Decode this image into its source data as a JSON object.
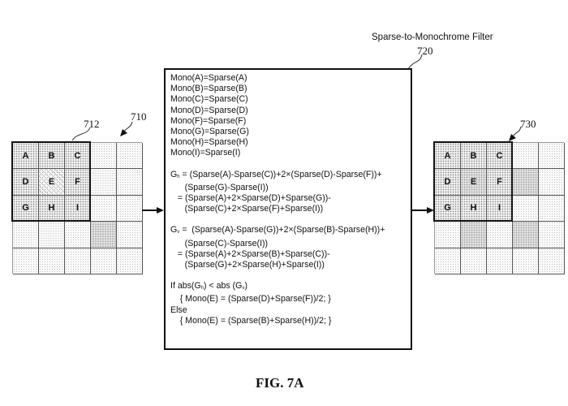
{
  "figure": {
    "caption": "FIG. 7A",
    "filter_title": "Sparse-to-Monochrome Filter",
    "ref_filter": "720",
    "ref_input_array": "710",
    "ref_window": "712",
    "ref_output_array": "730"
  },
  "input_grid": {
    "rows": [
      [
        {
          "label": "A",
          "texture": "dotted"
        },
        {
          "label": "B",
          "texture": "dotted"
        },
        {
          "label": "C",
          "texture": "dotted"
        },
        {
          "label": "",
          "texture": "dotted"
        },
        {
          "label": "",
          "texture": "dotted"
        }
      ],
      [
        {
          "label": "D",
          "texture": "dotted"
        },
        {
          "label": "E",
          "texture": "diagonal-hatch"
        },
        {
          "label": "F",
          "texture": "dotted"
        },
        {
          "label": "",
          "texture": "cross-hatch"
        },
        {
          "label": "",
          "texture": "dotted"
        }
      ],
      [
        {
          "label": "G",
          "texture": "dotted"
        },
        {
          "label": "H",
          "texture": "dotted"
        },
        {
          "label": "I",
          "texture": "dotted"
        },
        {
          "label": "",
          "texture": "dotted"
        },
        {
          "label": "",
          "texture": "dotted"
        }
      ],
      [
        {
          "label": "",
          "texture": "dotted"
        },
        {
          "label": "",
          "texture": "cross-hatch"
        },
        {
          "label": "",
          "texture": "dotted"
        },
        {
          "label": "",
          "texture": "dense-cross-hatch"
        },
        {
          "label": "",
          "texture": "dotted"
        }
      ],
      [
        {
          "label": "",
          "texture": "dotted"
        },
        {
          "label": "",
          "texture": "dotted"
        },
        {
          "label": "",
          "texture": "dotted"
        },
        {
          "label": "",
          "texture": "dotted"
        },
        {
          "label": "",
          "texture": "dotted"
        }
      ]
    ]
  },
  "output_grid": {
    "rows": [
      [
        {
          "label": "A",
          "texture": "dotted"
        },
        {
          "label": "B",
          "texture": "dotted"
        },
        {
          "label": "C",
          "texture": "dotted"
        },
        {
          "label": "",
          "texture": "dotted"
        },
        {
          "label": "",
          "texture": "dotted"
        }
      ],
      [
        {
          "label": "D",
          "texture": "dotted"
        },
        {
          "label": "E",
          "texture": "shaded"
        },
        {
          "label": "F",
          "texture": "dotted"
        },
        {
          "label": "",
          "texture": "shaded"
        },
        {
          "label": "",
          "texture": "dotted"
        }
      ],
      [
        {
          "label": "G",
          "texture": "dotted"
        },
        {
          "label": "H",
          "texture": "dotted"
        },
        {
          "label": "I",
          "texture": "dotted"
        },
        {
          "label": "",
          "texture": "dotted"
        },
        {
          "label": "",
          "texture": "dotted"
        }
      ],
      [
        {
          "label": "",
          "texture": "dotted"
        },
        {
          "label": "",
          "texture": "shaded"
        },
        {
          "label": "",
          "texture": "dotted"
        },
        {
          "label": "",
          "texture": "shaded"
        },
        {
          "label": "",
          "texture": "dotted"
        }
      ],
      [
        {
          "label": "",
          "texture": "dotted"
        },
        {
          "label": "",
          "texture": "dotted"
        },
        {
          "label": "",
          "texture": "dotted"
        },
        {
          "label": "",
          "texture": "dotted"
        },
        {
          "label": "",
          "texture": "dotted"
        }
      ]
    ]
  },
  "filter_text": {
    "assignments": [
      "Mono(A)=Sparse(A)",
      "Mono(B)=Sparse(B)",
      "Mono(C)=Sparse(C)",
      "Mono(D)=Sparse(D)",
      "Mono(F)=Sparse(F)",
      "Mono(G)=Sparse(G)",
      "Mono(H)=Sparse(H)",
      "Mono(I)=Sparse(I)"
    ],
    "gh": {
      "symbol": "G",
      "subscript": "h",
      "lines": [
        " = (Sparse(A)-Sparse(C))+2×(Sparse(D)-Sparse(F))+",
        "      (Sparse(G)-Sparse(I))",
        "   = (Sparse(A)+2×Sparse(D)+Sparse(G))-",
        "      (Sparse(C)+2×Sparse(F)+Sparse(I))"
      ]
    },
    "gv": {
      "symbol": "G",
      "subscript": "v",
      "lines": [
        " =  (Sparse(A)-Sparse(G))+2×(Sparse(B)-Sparse(H))+",
        "      (Sparse(C)-Sparse(I))",
        "   = (Sparse(A)+2×Sparse(B)+Sparse(C))-",
        "      (Sparse(G)+2×Sparse(H)+Sparse(I))"
      ]
    },
    "condition": {
      "if_prefix": "If abs(G",
      "if_sub1": "h",
      "if_mid": ") < abs (G",
      "if_sub2": "v",
      "if_suffix": ")",
      "then_line": "    { Mono(E) = (Sparse(D)+Sparse(F))/2; }",
      "else_label": "Else",
      "else_line": "    { Mono(E) = (Sparse(B)+Sparse(H))/2; }"
    }
  }
}
